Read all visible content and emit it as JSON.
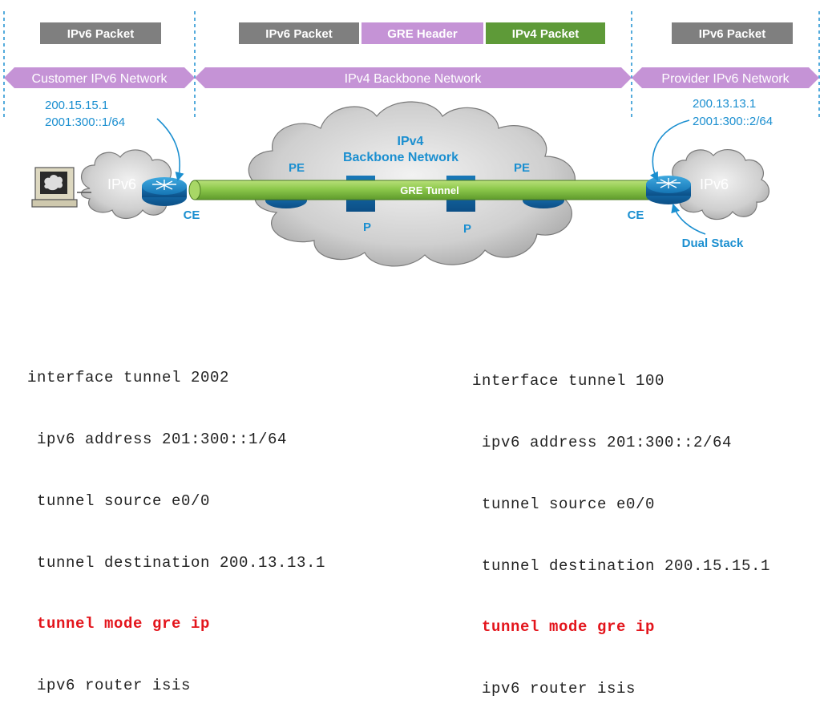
{
  "headers": {
    "left_packet": "IPv6 Packet",
    "mid_ipv6": "IPv6 Packet",
    "mid_gre": "GRE Header",
    "mid_ipv4": "IPv4 Packet",
    "right_packet": "IPv6 Packet"
  },
  "networks": {
    "customer": "Customer IPv6 Network",
    "backbone": "IPv4 Backbone Network",
    "provider": "Provider IPv6 Network"
  },
  "addresses": {
    "left_v4": "200.15.15.1",
    "left_v6": "2001:300::1/64",
    "right_v4": "200.13.13.1",
    "right_v6": "2001:300::2/64"
  },
  "cloud_labels": {
    "left": "IPv6",
    "right": "IPv6",
    "center_line1": "IPv4",
    "center_line2": "Backbone Network"
  },
  "tunnel_label": "GRE Tunnel",
  "node_labels": {
    "ce_left": "CE",
    "ce_right": "CE",
    "pe_left": "PE",
    "pe_right": "PE",
    "p_left": "P",
    "p_right": "P",
    "dual_stack": "Dual Stack"
  },
  "colors": {
    "gray_box": "#7f7f7f",
    "purple": "#c593d6",
    "green": "#5e9a38",
    "blue_text": "#1b8fd0",
    "tunnel": "#8cc84b",
    "config_highlight": "#e3141b"
  },
  "config_left": [
    "interface tunnel 2002",
    " ipv6 address 201:300::1/64",
    " tunnel source e0/0",
    " tunnel destination 200.13.13.1",
    " tunnel mode gre ip",
    " ipv6 router isis"
  ],
  "config_right": [
    "interface tunnel 100",
    " ipv6 address 201:300::2/64",
    " tunnel source e0/0",
    " tunnel destination 200.15.15.1",
    " tunnel mode gre ip",
    " ipv6 router isis"
  ]
}
